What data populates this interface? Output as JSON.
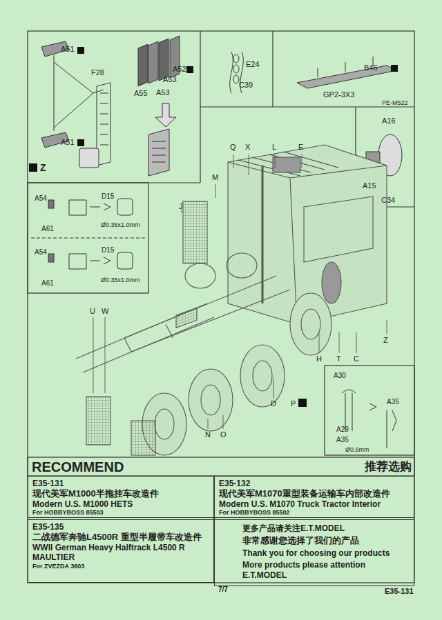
{
  "diagram": {
    "title": "RECOMMEND",
    "nodes": [
      {
        "text": [
          "E35-131",
          "现代美军M1000半拖挂车改造件",
          "Modern U.S. M1000 HETS",
          "For HOBBYBOSS 85503"
        ]
      },
      {
        "text": [
          "E35-132",
          "现代美军M1070重型装备运输车内部改造件",
          "Modern U.S. M1070 Truck Tractor Interior",
          "For HOBBYBOSS 85502"
        ]
      },
      {
        "text": [
          "E35-135",
          "二战德军奔驰L4500R 重型半履带车改造件",
          "WWII German Heavy Halftrack L4500 R MAULTIER",
          "For ZVEZDA 3603"
        ]
      },
      {
        "text": [
          "更多产品请关注E.T.MODEL",
          "非常感谢您选择了我们的产品",
          "Thank you for choosing our products",
          "More products please attention E.T.MODEL"
        ]
      }
    ],
    "labels": [
      "A51",
      "F28",
      "A51",
      "Z",
      "A52",
      "A53",
      "A53",
      "A55",
      "E24",
      "C39",
      "B46",
      "GP2-3X3",
      "PE-M522",
      "Q",
      "X",
      "L",
      "E",
      "A16",
      "M",
      "J",
      "A15",
      "C34",
      "A54",
      "D15",
      "A61",
      "Ø0.35x1.0mm",
      "A54",
      "D15",
      "A61",
      "Ø0.35x1.0mm",
      "U",
      "W",
      "Z",
      "H",
      "T",
      "C",
      "A30",
      "A35",
      "D",
      "P",
      "A29",
      "A35",
      "Ø0.5mm",
      "N",
      "O",
      "推荐选购",
      "7/7",
      "E35-131"
    ]
  }
}
